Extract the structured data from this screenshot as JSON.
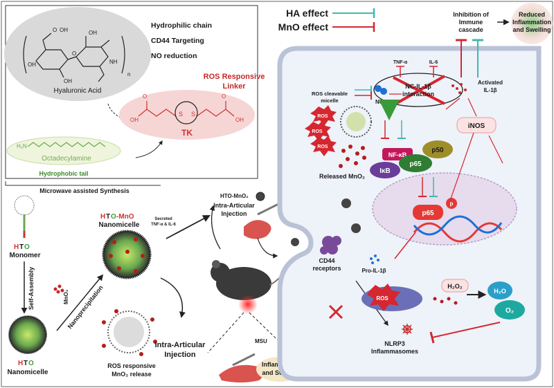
{
  "legend": {
    "ha_effect": "HA effect",
    "mno_effect": "MnO effect",
    "ha_color": "#3fb8b0",
    "mno_color": "#d6262f"
  },
  "top_left": {
    "hydrophilic_chain": "Hydrophilic chain",
    "cd44_targeting": "CD44 Targeting",
    "no_reduction": "NO reduction",
    "hyaluronic_acid": "Hyaluronic Acid",
    "ros_linker_line1": "ROS Responsive",
    "ros_linker_line2": "Linker",
    "tk": "TK",
    "octadecylamine": "Octadecylamine",
    "h2n": "H₂N",
    "hydrophobic_tail": "Hydrophobic tail",
    "microwave": "Microwave assisted Synthesis",
    "oh": "OH",
    "o": "O",
    "s": "S",
    "nh": "NH",
    "n": "n"
  },
  "bottom_left": {
    "hto_h": "H",
    "hto_t": "T",
    "hto_o": "O",
    "monomer": "Monomer",
    "self_assembly": "Self-Assembly",
    "nanomicelle": "Nanomicelle",
    "mno2": "MnO₂",
    "nanoprecipitation": "Nanoprecipitation",
    "hto_mno_h": "H",
    "hto_mno_t": "T",
    "hto_mno_o": "O",
    "hto_mno_rest": "-MnO",
    "hto_mno_nanomicelle": "Nanomicelle",
    "secreted_line1": "Secreted",
    "secreted_line2": "TNF-α & IL-6",
    "ros_release_line1": "ROS responsive",
    "ros_release_line2": "MnO₂ release"
  },
  "middle": {
    "hto_mno2": "HTO-MnO₂",
    "intra_articular_1": "Intra-Articular",
    "injection_1": "Injection",
    "intra_articular_2": "Intra-Articular",
    "injection_2": "Injection",
    "msu": "MSU",
    "inflammation_line1": "Inflammation",
    "inflammation_line2": "and Swelling"
  },
  "cell": {
    "inhibition_line1": "Inhibition of",
    "inhibition_line2": "Immune",
    "inhibition_line3": "cascade",
    "reduced_line1": "Reduced",
    "reduced_line2": "Inflammation",
    "reduced_line3": "and Swelling",
    "tnf": "TNF-α",
    "il6": "IL-6",
    "nc_line1": "NC-IL-1β",
    "nc_line2": "interaction",
    "activated_line1": "Activated",
    "activated_line2": "IL-1β",
    "ros_cleavable_line1": "ROS cleavable",
    "ros_cleavable_line2": "micelle",
    "no": "NO",
    "inos": "iNOS",
    "ros": "ROS",
    "released_mno2": "Released MnO₂",
    "nfkb": "NF-κB",
    "p65": "p65",
    "p50": "p50",
    "ikb": "IκB",
    "p": "p",
    "cd44_line1": "CD44",
    "cd44_line2": "receptors",
    "pro_il1b": "Pro-IL-1β",
    "h2o2": "H₂O₂",
    "h2o": "H₂O",
    "o2": "O₂",
    "nlrp3": "NLRP3",
    "inflammasomes": "Inflammasomes"
  }
}
